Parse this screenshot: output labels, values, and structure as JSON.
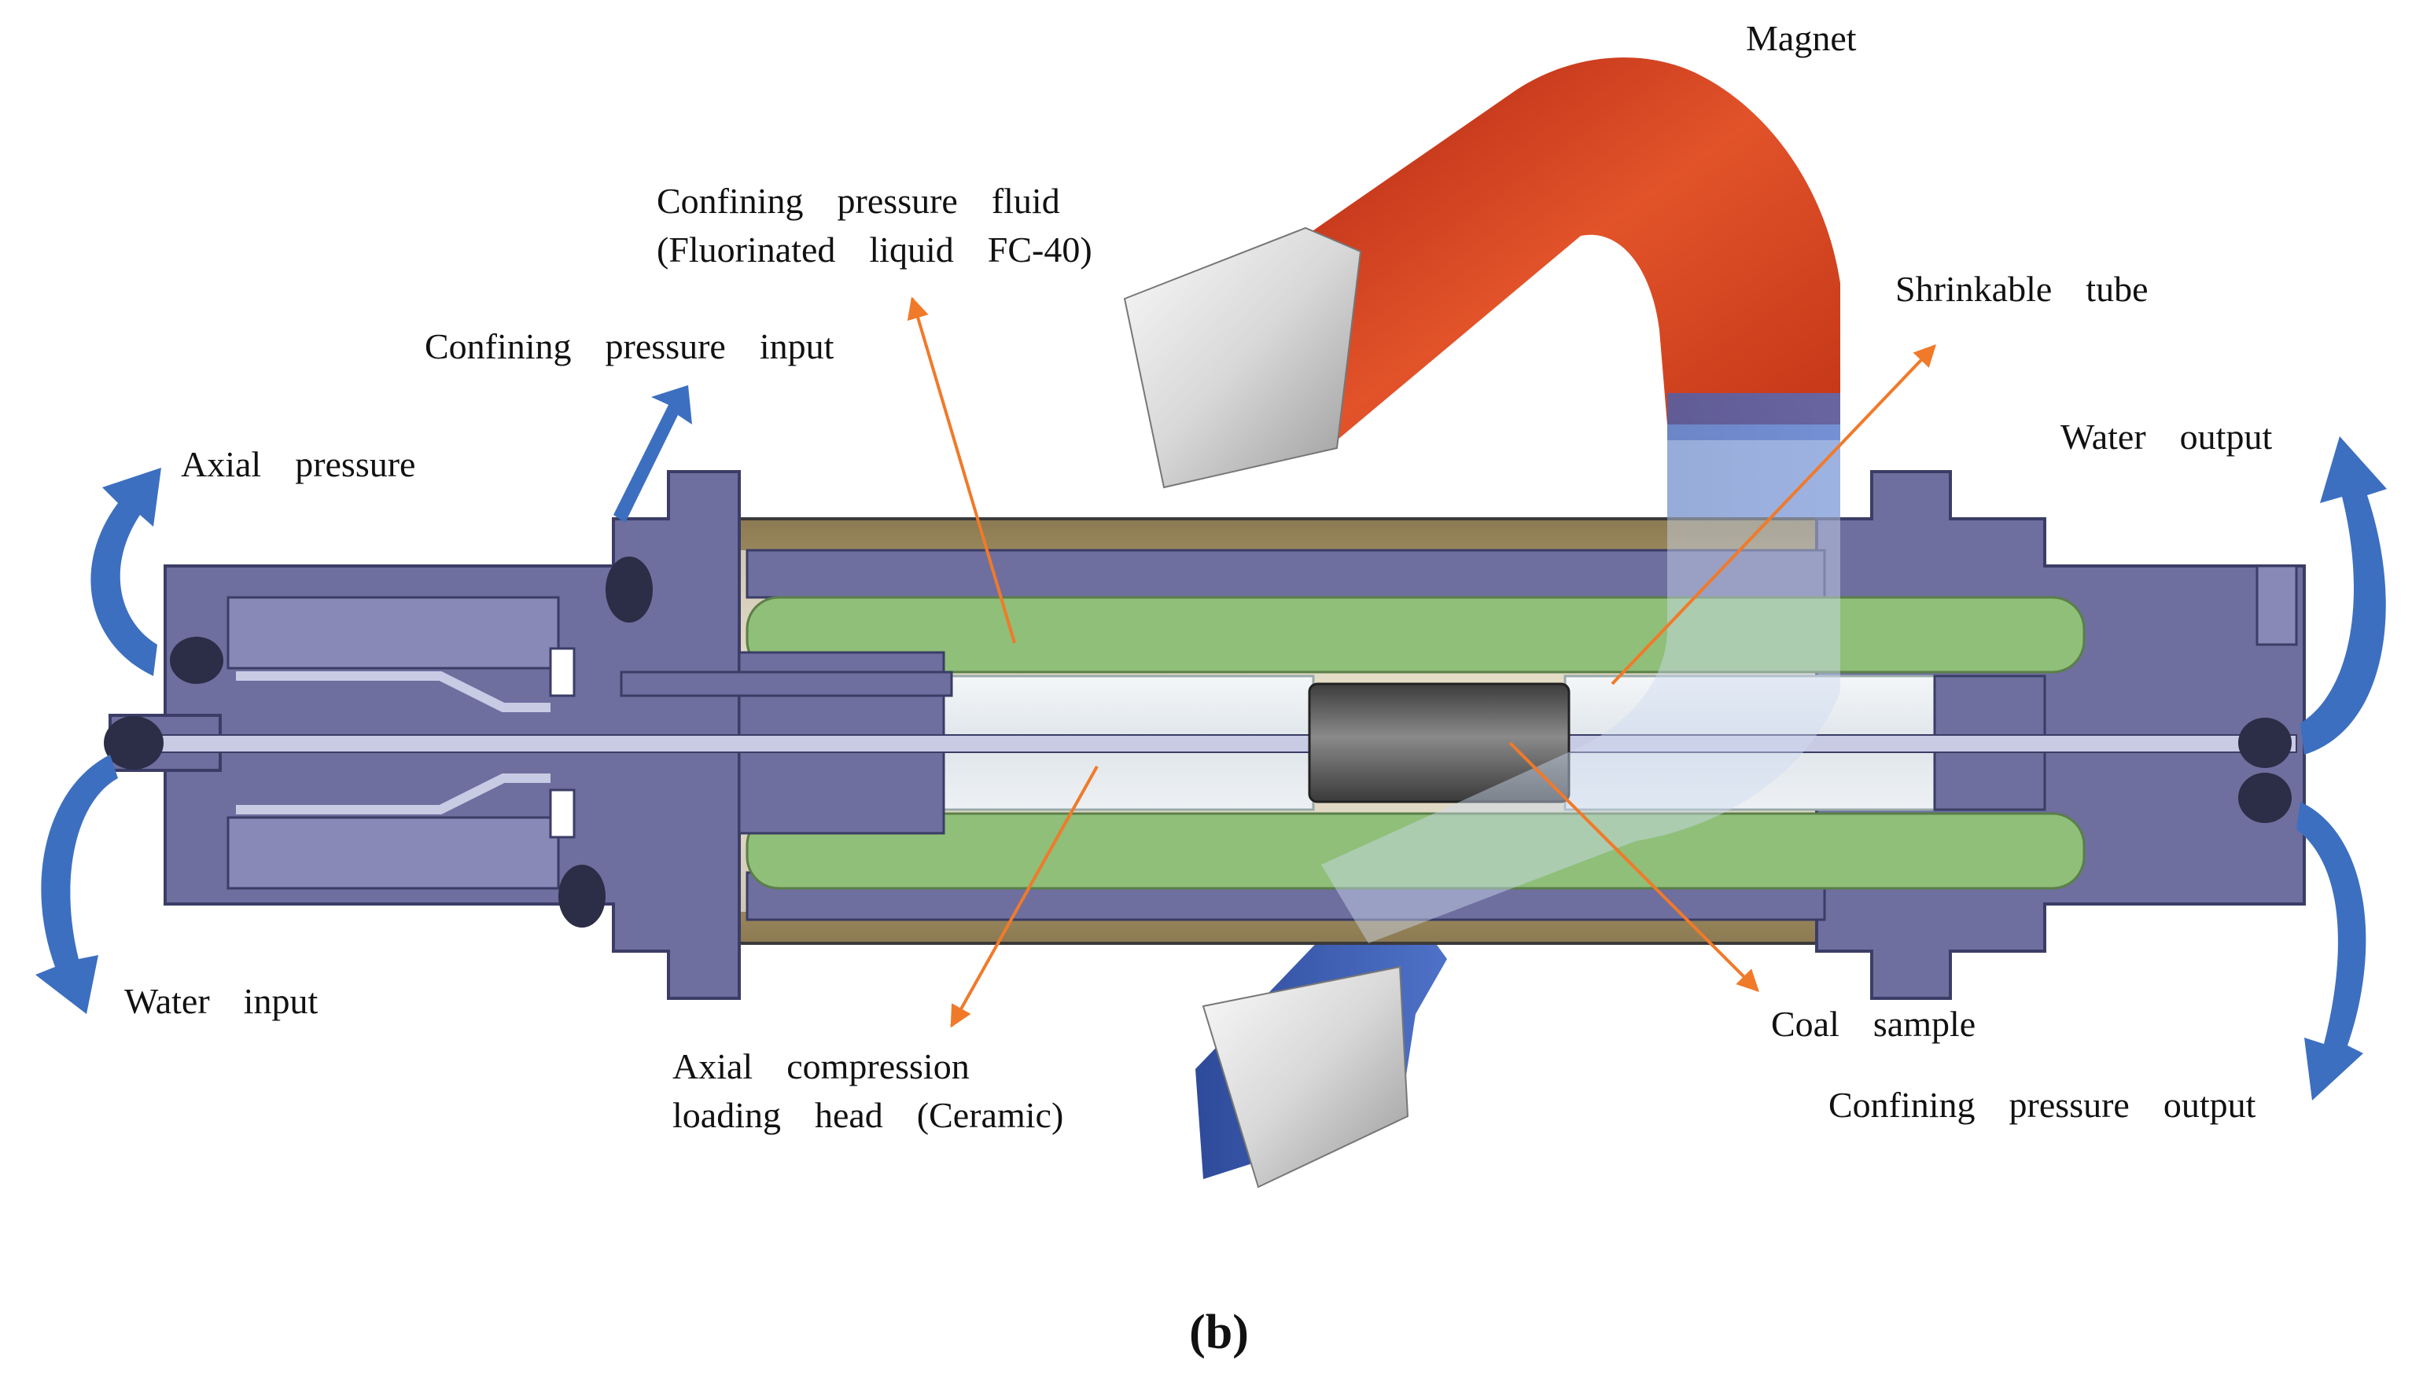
{
  "labels": {
    "magnet": "Magnet",
    "confining_fluid_1": "Confining  pressure  fluid",
    "confining_fluid_2": "(Fluorinated  liquid  FC-40)",
    "shrinkable_tube": "Shrinkable  tube",
    "confining_input": "Confining  pressure  input",
    "axial_pressure": "Axial  pressure",
    "water_output": "Water  output",
    "water_input": "Water  input",
    "axial_head_1": "Axial  compression",
    "axial_head_2": "loading  head  (Ceramic)",
    "coal_sample": "Coal  sample",
    "confining_output": "Confining  pressure  output"
  },
  "caption": "(b)",
  "colors": {
    "body": "#6e6f9e",
    "body_dark": "#3b3d66",
    "fluid": "#8fbf79",
    "sample": "#5b5b5b",
    "magnet_red": "#d8401c",
    "magnet_blue": "#3f5fb0",
    "leader": "#f07a2a",
    "flow_arrow": "#3c6fc0"
  }
}
